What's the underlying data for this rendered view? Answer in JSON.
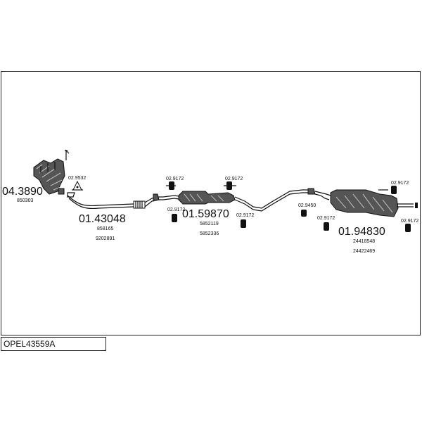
{
  "title": "OPEL43559A",
  "parts": {
    "manifold_code": "04.3890",
    "manifold_ref": "850303",
    "gasket_code": "02.9532",
    "front_pipe_code": "01.43048",
    "front_pipe_ref1": "858165",
    "front_pipe_ref2": "9202891",
    "middle_code": "01.59870",
    "middle_ref1": "5852119",
    "middle_ref2": "5852336",
    "rear_code": "01.94830",
    "rear_ref1": "24418548",
    "rear_ref2": "24422469",
    "mount_code": "02.9172",
    "clamp_code": "02.9450"
  }
}
